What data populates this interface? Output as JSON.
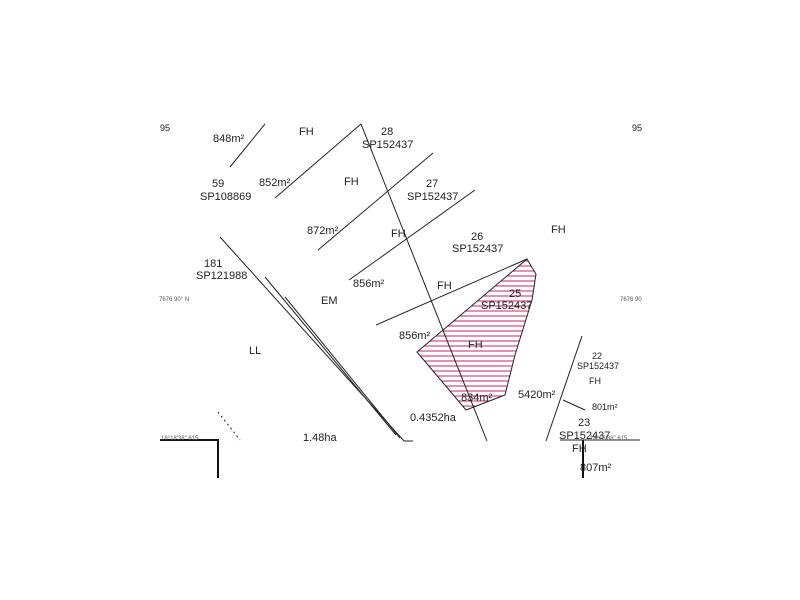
{
  "colors": {
    "linework": "#222222",
    "highlight_hatch": "#c8245c",
    "background": "#ffffff"
  },
  "corners": {
    "top_left": "95",
    "top_right": "95"
  },
  "lots": [
    {
      "id": "lot-28",
      "number": "28",
      "plan": "SP152437",
      "area": "848m²",
      "tenure": "FH"
    },
    {
      "id": "lot-27",
      "number": "27",
      "plan": "SP152437",
      "area": "852m²",
      "tenure": "FH"
    },
    {
      "id": "lot-26",
      "number": "26",
      "plan": "SP152437",
      "area": "872m²",
      "tenure": "FH"
    },
    {
      "id": "lot-unlabelled",
      "number": "",
      "plan": "",
      "area": "856m²",
      "tenure": "FH"
    },
    {
      "id": "lot-25",
      "number": "25",
      "plan": "SP152437",
      "area": "856m²",
      "area_inside": "834m²",
      "tenure": "FH",
      "highlighted": true
    },
    {
      "id": "lot-22",
      "number": "22",
      "plan": "SP152437",
      "area": "801m²",
      "tenure": "FH"
    },
    {
      "id": "lot-23",
      "number": "23",
      "plan": "SP152437",
      "area": "807m²",
      "tenure": "FH"
    }
  ],
  "parcels": {
    "overlap_left": {
      "number": "59",
      "plan": "SP108869"
    },
    "lot_181": {
      "number": "181",
      "plan": "SP121988"
    },
    "ll": {
      "label": "LL",
      "area": "1.48ha"
    },
    "easement_label": "EM",
    "road_area": "0.4352ha",
    "right_fh": "FH",
    "right_area": "5420m²"
  },
  "margin_notes": {
    "left_mid": "7676 90° N",
    "right_mid": "7676 90",
    "bottom_left": "18°18'38\" 615",
    "bottom_right": "18°18'38\" 615"
  }
}
